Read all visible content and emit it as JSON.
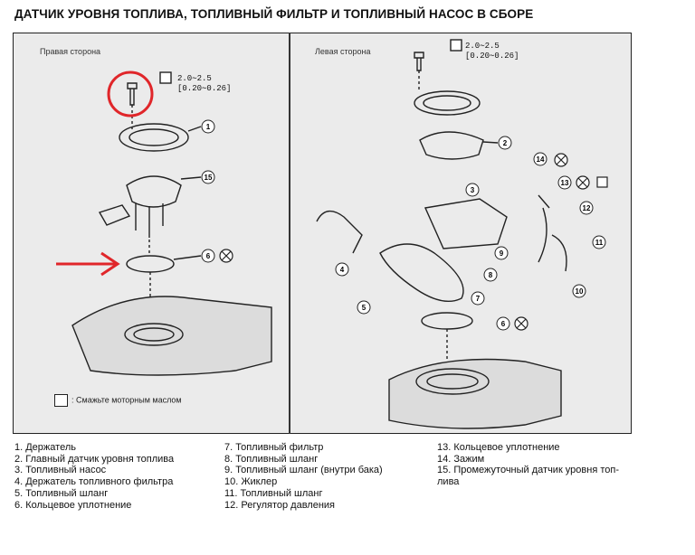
{
  "title": "ДАТЧИК УРОВНЯ ТОПЛИВА, ТОПЛИВНЫЙ ФИЛЬТР И ТОПЛИВНЫЙ НАСОС В СБОРЕ",
  "left_panel": {
    "label": "Правая сторона",
    "torque_line1": "2.0∼2.5",
    "torque_line2": "[0.20∼0.26]"
  },
  "right_panel": {
    "label": "Левая сторона",
    "torque_line1": "2.0∼2.5",
    "torque_line2": "[0.20∼0.26]"
  },
  "note": ": Смажьте моторным маслом",
  "callouts_left": [
    "1",
    "15",
    "6"
  ],
  "callouts_right": [
    "2",
    "3",
    "14",
    "13",
    "12",
    "11",
    "10",
    "9",
    "8",
    "7",
    "6",
    "5",
    "4"
  ],
  "legend": {
    "col1": [
      "1.   Держатель",
      "2.   Главный датчик уровня топлива",
      "3.   Топливный насос",
      "4.   Держатель топливного фильтра",
      "5.   Топливный шланг",
      "6.   Кольцевое уплотнение"
    ],
    "col2": [
      "7.   Топливный фильтр",
      "8.   Топливный шланг",
      "9.   Топливный шланг (внутри бака)",
      "10. Жиклер",
      "11. Топливный шланг",
      "12. Регулятор давления"
    ],
    "col3": [
      "13. Кольцевое уплотнение",
      "14. Зажим",
      "15. Промежуточный датчик уровня топ-",
      "      лива"
    ]
  },
  "colors": {
    "highlight": "#e0262a",
    "line": "#222222",
    "panel_bg": "#ebebeb"
  }
}
